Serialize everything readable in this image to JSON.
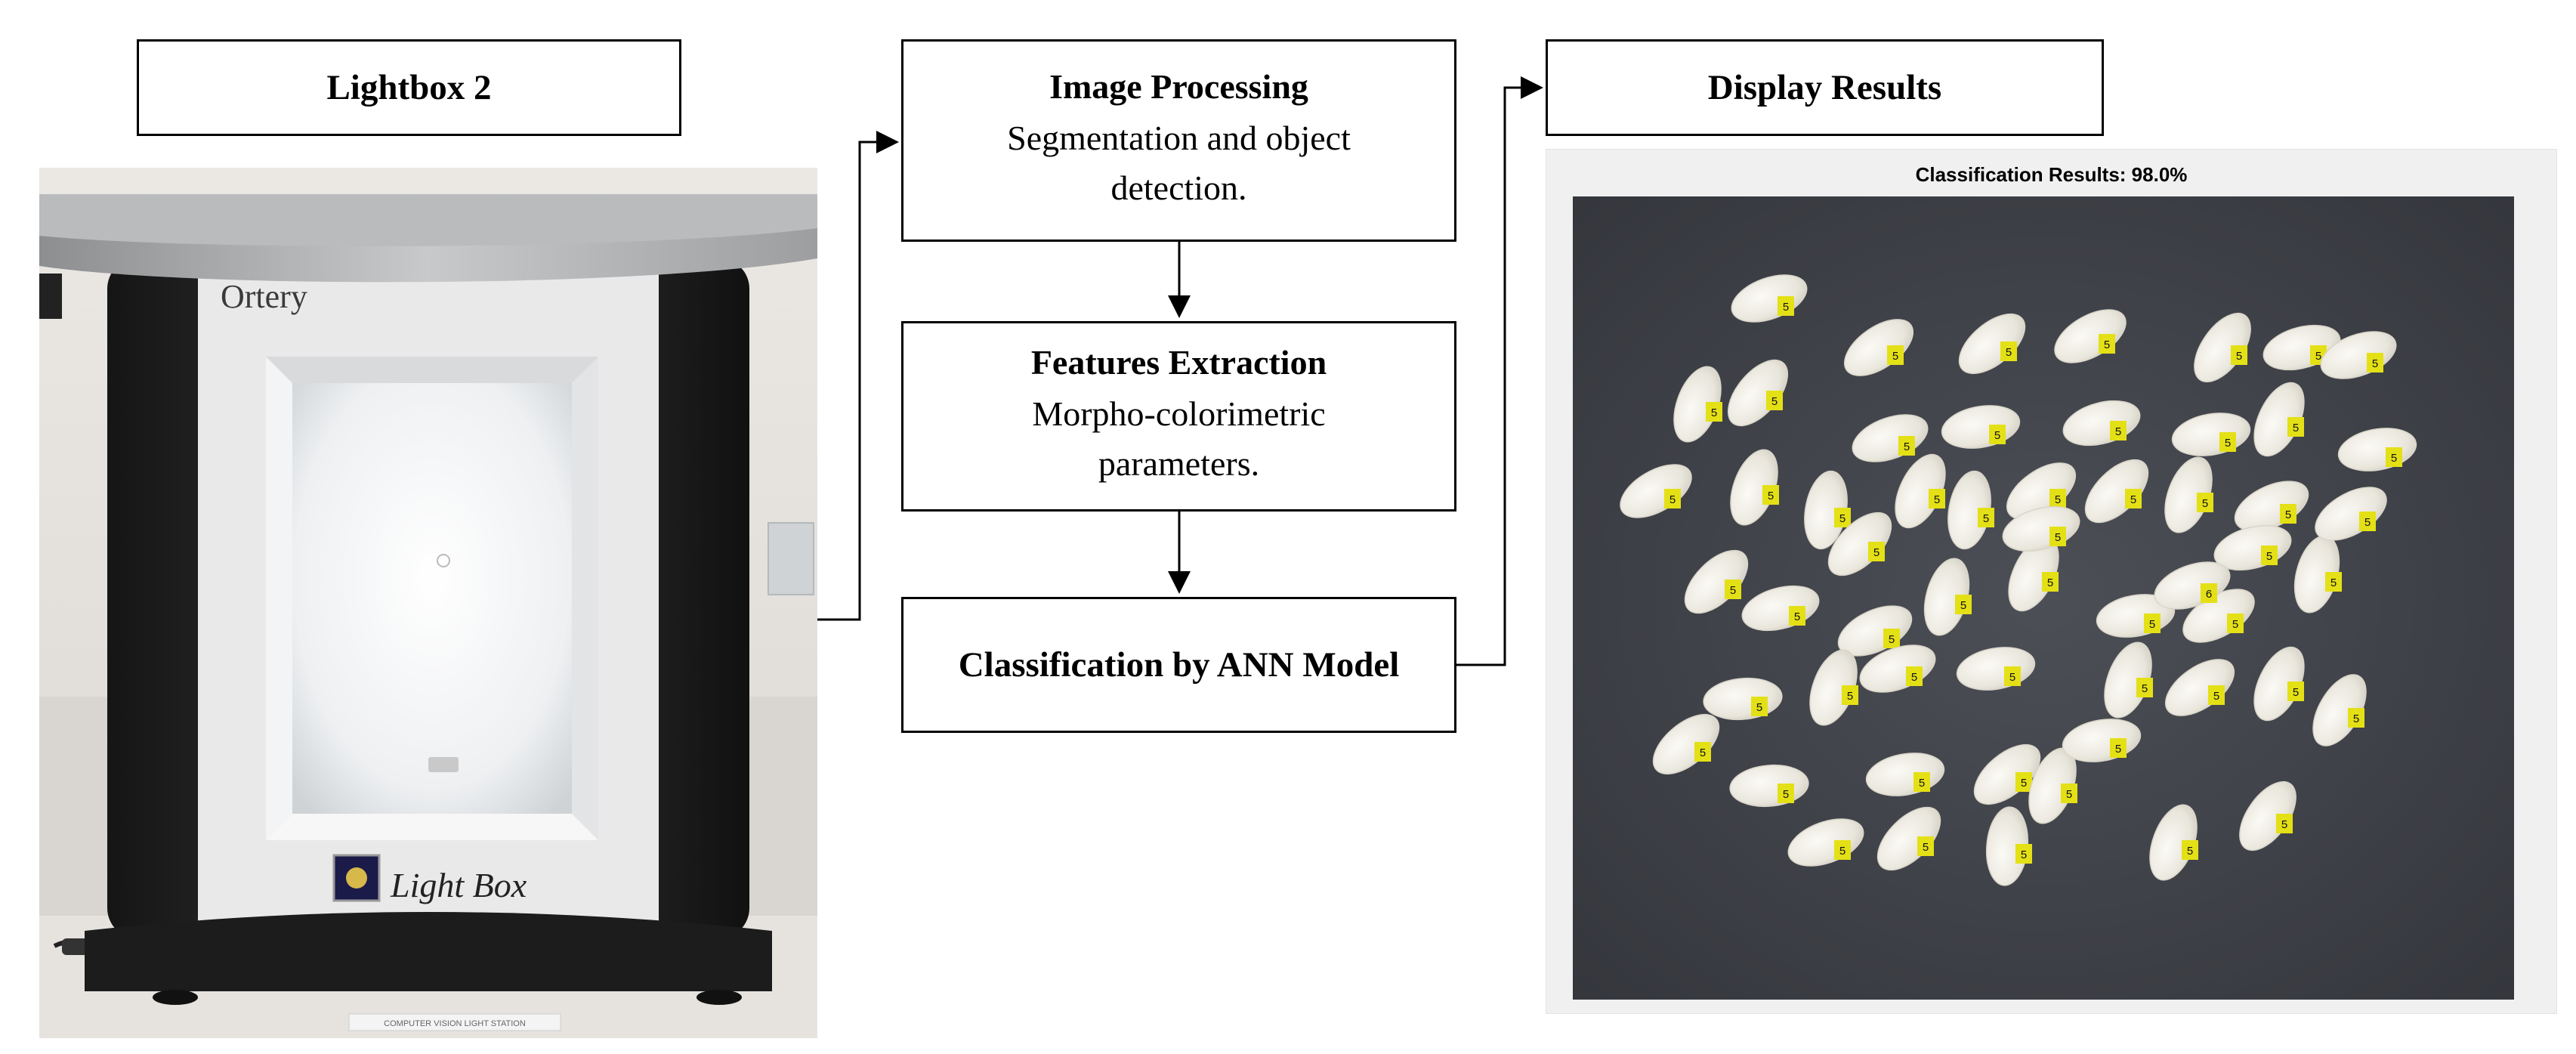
{
  "lightbox": {
    "title": "Lightbox 2",
    "brand": "Ortery",
    "logo_text": "Light Box",
    "plate_text": "COMPUTER VISION LIGHT STATION"
  },
  "pipeline": {
    "image_processing": {
      "title": "Image Processing",
      "subtitle": "Segmentation and object detection."
    },
    "features_extraction": {
      "title": "Features Extraction",
      "subtitle": "Morpho-colorimetric parameters."
    },
    "classification": {
      "title": "Classification by ANN Model"
    },
    "display_results": {
      "title": "Display Results"
    }
  },
  "results": {
    "title": "Classification Results: 98.0%",
    "grains": [
      {
        "label": "5"
      },
      {
        "label": "5"
      },
      {
        "label": "5"
      },
      {
        "label": "5"
      },
      {
        "label": "5"
      },
      {
        "label": "5"
      },
      {
        "label": "5"
      },
      {
        "label": "5"
      },
      {
        "label": "5"
      },
      {
        "label": "5"
      },
      {
        "label": "5"
      },
      {
        "label": "5"
      },
      {
        "label": "5"
      },
      {
        "label": "5"
      },
      {
        "label": "5"
      },
      {
        "label": "5"
      },
      {
        "label": "5"
      },
      {
        "label": "5"
      },
      {
        "label": "5"
      },
      {
        "label": "5"
      },
      {
        "label": "5"
      },
      {
        "label": "5"
      },
      {
        "label": "5"
      },
      {
        "label": "5"
      },
      {
        "label": "5"
      },
      {
        "label": "5"
      },
      {
        "label": "5"
      },
      {
        "label": "5"
      },
      {
        "label": "5"
      },
      {
        "label": "5"
      },
      {
        "label": "5"
      },
      {
        "label": "5"
      },
      {
        "label": "5"
      },
      {
        "label": "5"
      },
      {
        "label": "5"
      },
      {
        "label": "5"
      },
      {
        "label": "5"
      },
      {
        "label": "5"
      },
      {
        "label": "5"
      },
      {
        "label": "5"
      },
      {
        "label": "5"
      },
      {
        "label": "5"
      },
      {
        "label": "5"
      },
      {
        "label": "5"
      },
      {
        "label": "5"
      },
      {
        "label": "5"
      },
      {
        "label": "5"
      },
      {
        "label": "5"
      },
      {
        "label": "5"
      },
      {
        "label": "5"
      },
      {
        "label": "5"
      },
      {
        "label": "6"
      },
      {
        "label": "5"
      },
      {
        "label": "5"
      },
      {
        "label": "5"
      },
      {
        "label": "5"
      }
    ]
  }
}
